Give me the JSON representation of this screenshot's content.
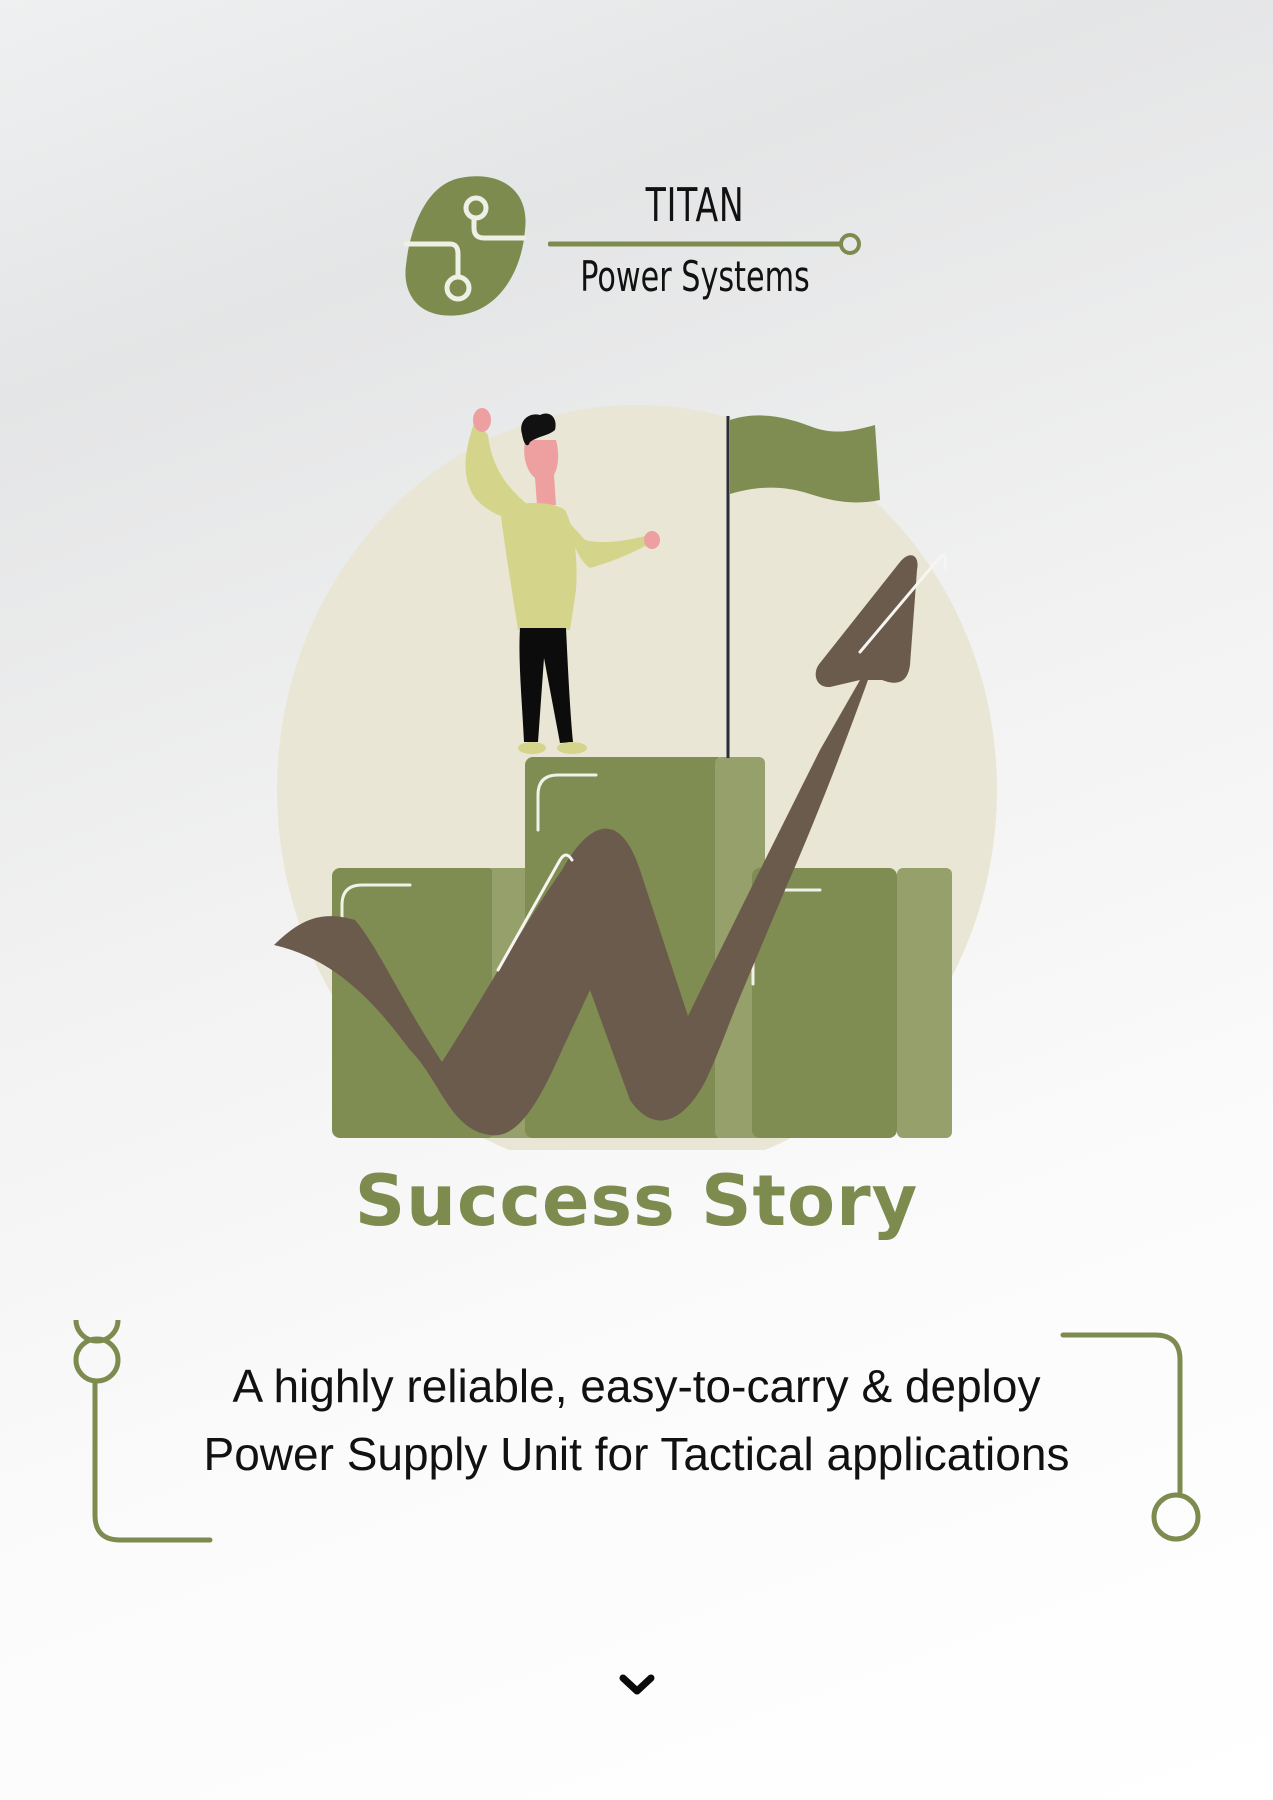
{
  "brand": {
    "name": "TITAN",
    "subtitle": "Power Systems",
    "logo_icon": "circuit-blob-logo-icon"
  },
  "illustration": {
    "description": "person-on-podium-with-flag-and-rising-arrow",
    "icons": [
      "person-icon",
      "flag-icon",
      "podium-icon",
      "rising-arrow-icon"
    ]
  },
  "headline": "Success Story",
  "tagline": {
    "line1": "A highly reliable, easy-to-carry & deploy",
    "line2": "Power Supply Unit for Tactical applications"
  },
  "scroll": {
    "icon": "chevron-down-icon"
  },
  "colors": {
    "brand_green": "#7d8b4f",
    "light_green": "#95a06a",
    "arrow_brown": "#6b5b4d",
    "circle_beige": "#e9e6d5",
    "shirt_yellow": "#d4d48a",
    "text_dark": "#111111"
  }
}
